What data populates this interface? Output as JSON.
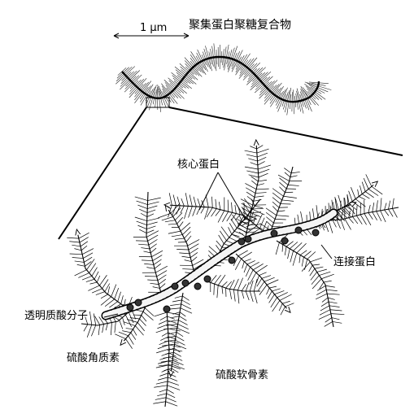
{
  "scale_bar": {
    "text": "1 μm"
  },
  "labels": {
    "title": "聚集蛋白聚糖复合物",
    "core_protein": "核心蛋白",
    "link_protein": "连接蛋白",
    "hyaluronan": "透明质酸分子",
    "keratan_sulfate": "硫酸角质素",
    "chondroitin_sulfate": "硫酸软骨素"
  }
}
